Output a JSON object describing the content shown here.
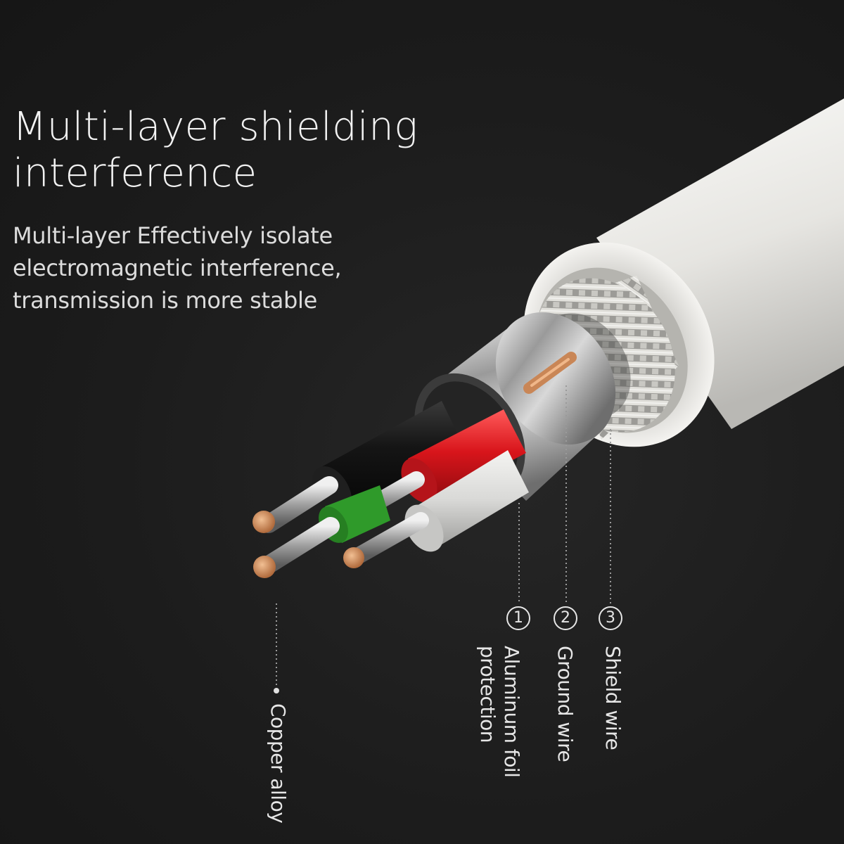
{
  "headline": {
    "line1": "Multi-layer shielding",
    "line2": "interference"
  },
  "body": {
    "line1": "Multi-layer  Effectively isolate",
    "line2": "electromagnetic interference,",
    "line3": "transmission is more stable"
  },
  "callouts": [
    {
      "number": "1",
      "label": "Aluminum foil protection"
    },
    {
      "number": "2",
      "label": "Ground wire"
    },
    {
      "number": "3",
      "label": "Shield wire"
    }
  ],
  "copper": {
    "label": "Copper alloy"
  },
  "colors": {
    "background": "#1b1b1b",
    "text": "#f2f2f2",
    "jacket": "#e9e8e4",
    "wire_black": "#151515",
    "wire_red": "#d8151b",
    "wire_green": "#2f9a2a",
    "wire_white": "#d9d9d7",
    "copper": "#c88a5c"
  }
}
